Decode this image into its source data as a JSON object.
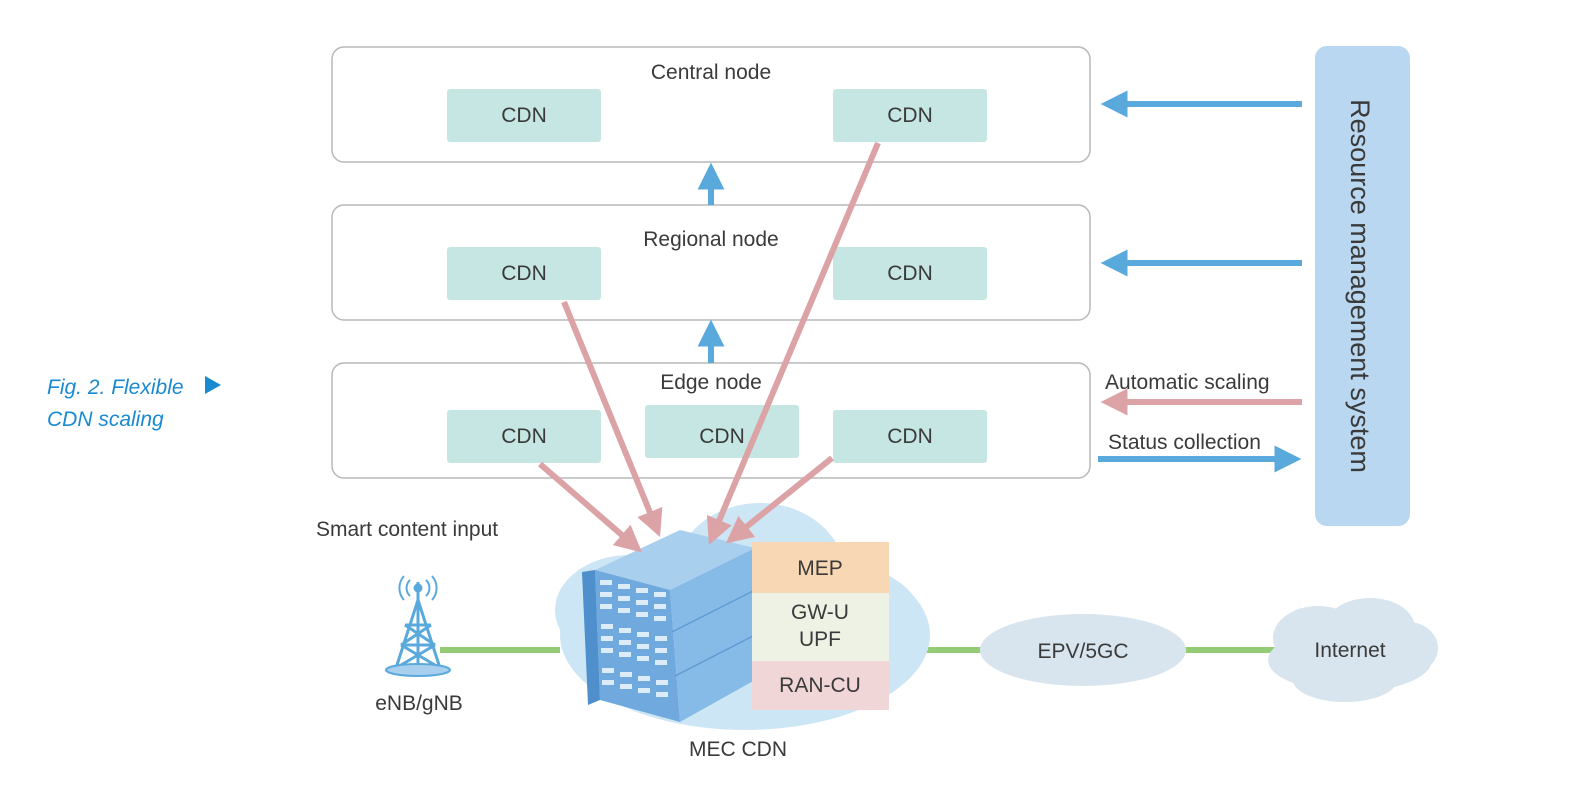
{
  "figure": {
    "caption_line1": "Fig. 2. Flexible",
    "caption_line2": "CDN scaling"
  },
  "nodes": {
    "central": {
      "title": "Central node",
      "cdn": [
        "CDN",
        "CDN"
      ]
    },
    "regional": {
      "title": "Regional node",
      "cdn": [
        "CDN",
        "CDN"
      ]
    },
    "edge": {
      "title": "Edge node",
      "cdn": [
        "CDN",
        "CDN",
        "CDN"
      ]
    }
  },
  "resource_system": {
    "label": "Resource management system"
  },
  "flows": {
    "automatic_scaling": "Automatic scaling",
    "status_collection": "Status collection",
    "smart_content_input": "Smart content input"
  },
  "mec": {
    "label": "MEC CDN",
    "stack": [
      "MEP",
      "GW-U",
      "UPF",
      "RAN-CU"
    ]
  },
  "network": {
    "base_station": "eNB/gNB",
    "core": "EPV/5GC",
    "internet": "Internet"
  },
  "colors": {
    "cdn_fill": "#c5e6e2",
    "node_border": "#b8b8b8",
    "resource_fill": "#b9d7f0",
    "blue_arrow": "#5aa9dd",
    "red_arrow": "#dca3a6",
    "green_link": "#93cc74",
    "cloud_fill": "#cde6f5",
    "server_blue": "#7cb4e3",
    "mep_fill": "#f8d8b4",
    "gwu_fill": "#eef2e5",
    "rancu_fill": "#f1d6d7",
    "core_fill": "#d8e5ee",
    "caption": "#1a8ad0"
  },
  "icons": {
    "base_station": "radio-tower-icon",
    "server": "server-rack-icon",
    "internet": "cloud-icon",
    "caption_marker": "triangle-right-icon"
  }
}
